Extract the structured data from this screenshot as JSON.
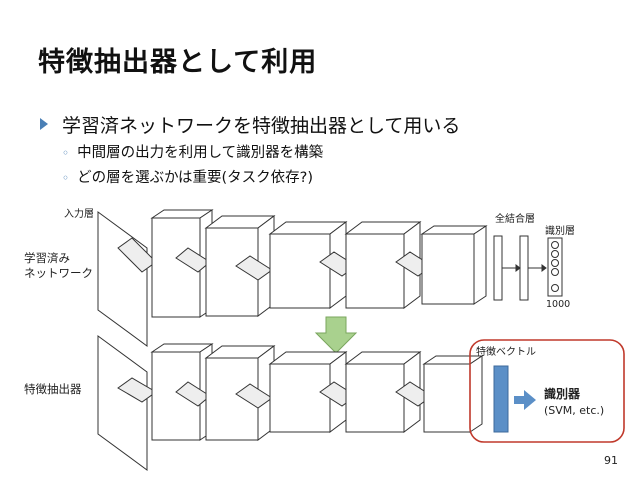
{
  "slide": {
    "title": "特徴抽出器として利用",
    "bullet": "学習済ネットワークを特徴抽出器として用いる",
    "sub_items": [
      "中間層の出力を利用して識別器を構築",
      "どの層を選ぶかは重要(タスク依存?)"
    ],
    "page_number": "91"
  },
  "diagram": {
    "top": {
      "input_label": "入力層",
      "left_label_line1": "学習済み",
      "left_label_line2": "ネットワーク",
      "fc_label": "全結合層",
      "classifier_label": "識別層",
      "output_count": "1000"
    },
    "bottom": {
      "left_label": "特徴抽出器",
      "feature_vector_label": "特徴ベクトル",
      "classifier_line1": "識別器",
      "classifier_line2": "(SVM, etc.)"
    },
    "colors": {
      "down_arrow": "#a9d18e",
      "feature_bar": "#5b8fc7",
      "right_arrow": "#5b8fc7",
      "highlight_box": "#c0392b"
    }
  }
}
